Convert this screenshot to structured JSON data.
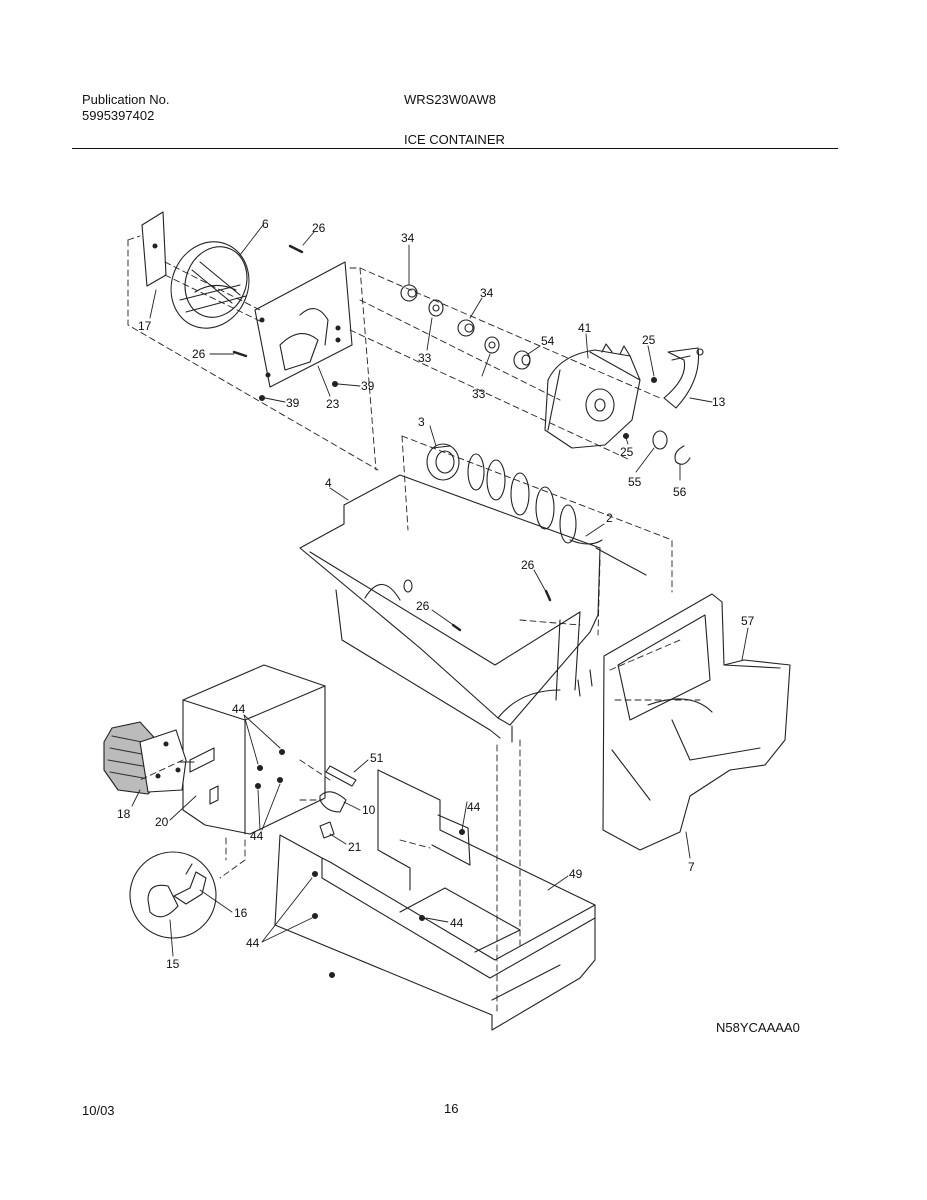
{
  "header": {
    "publication_label": "Publication No.",
    "publication_number": "5995397402",
    "model": "WRS23W0AW8",
    "section_title": "ICE CONTAINER"
  },
  "diagram": {
    "code": "N58YCAAAA0",
    "callouts": {
      "p6": "6",
      "p26a": "26",
      "p34a": "34",
      "p34b": "34",
      "p17": "17",
      "p26b": "26",
      "p33a": "33",
      "p33b": "33",
      "p54": "54",
      "p41": "41",
      "p25a": "25",
      "p13": "13",
      "p39a": "39",
      "p39b": "39",
      "p23": "23",
      "p3": "3",
      "p25b": "25",
      "p55": "55",
      "p56": "56",
      "p4": "4",
      "p2": "2",
      "p26c": "26",
      "p26d": "26",
      "p57": "57",
      "p44a": "44",
      "p51": "51",
      "p18": "18",
      "p20": "20",
      "p10": "10",
      "p44b": "44",
      "p44c": "44",
      "p21": "21",
      "p7": "7",
      "p49": "49",
      "p16": "16",
      "p44d": "44",
      "p44e": "44",
      "p15": "15"
    }
  },
  "footer": {
    "date": "10/03",
    "page": "16"
  }
}
